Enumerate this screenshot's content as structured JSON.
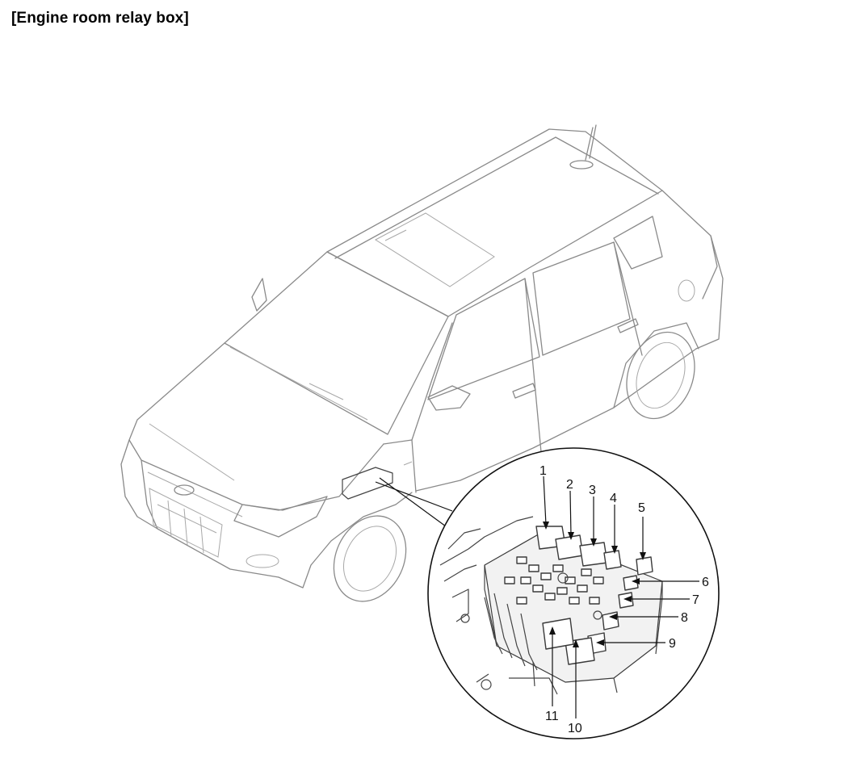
{
  "title": "[Engine room relay box]",
  "callouts": [
    "1",
    "2",
    "3",
    "4",
    "5",
    "6",
    "7",
    "8",
    "9",
    "10",
    "11"
  ]
}
